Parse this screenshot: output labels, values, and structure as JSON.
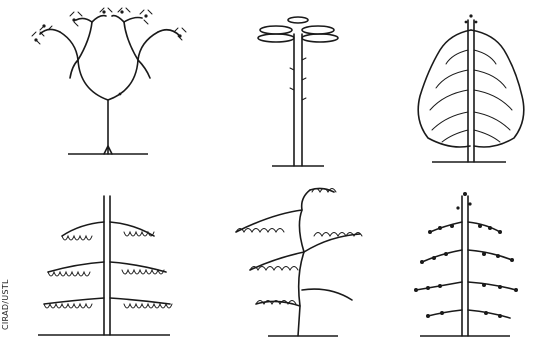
{
  "figure": {
    "credit": "CIRAD/USTL",
    "panels": [
      {
        "id": "panel-1",
        "icon": "dichotomous-crown-tree-icon"
      },
      {
        "id": "panel-2",
        "icon": "palm-like-monopodial-tree-icon"
      },
      {
        "id": "panel-3",
        "icon": "ovoid-crown-tree-icon"
      },
      {
        "id": "panel-4",
        "icon": "tiered-monopodial-tree-icon"
      },
      {
        "id": "panel-5",
        "icon": "sympodial-zigzag-tree-icon"
      },
      {
        "id": "panel-6",
        "icon": "flowering-tiered-tree-icon"
      }
    ],
    "colors": {
      "ink": "#1a1a1a",
      "background": "#ffffff"
    }
  }
}
